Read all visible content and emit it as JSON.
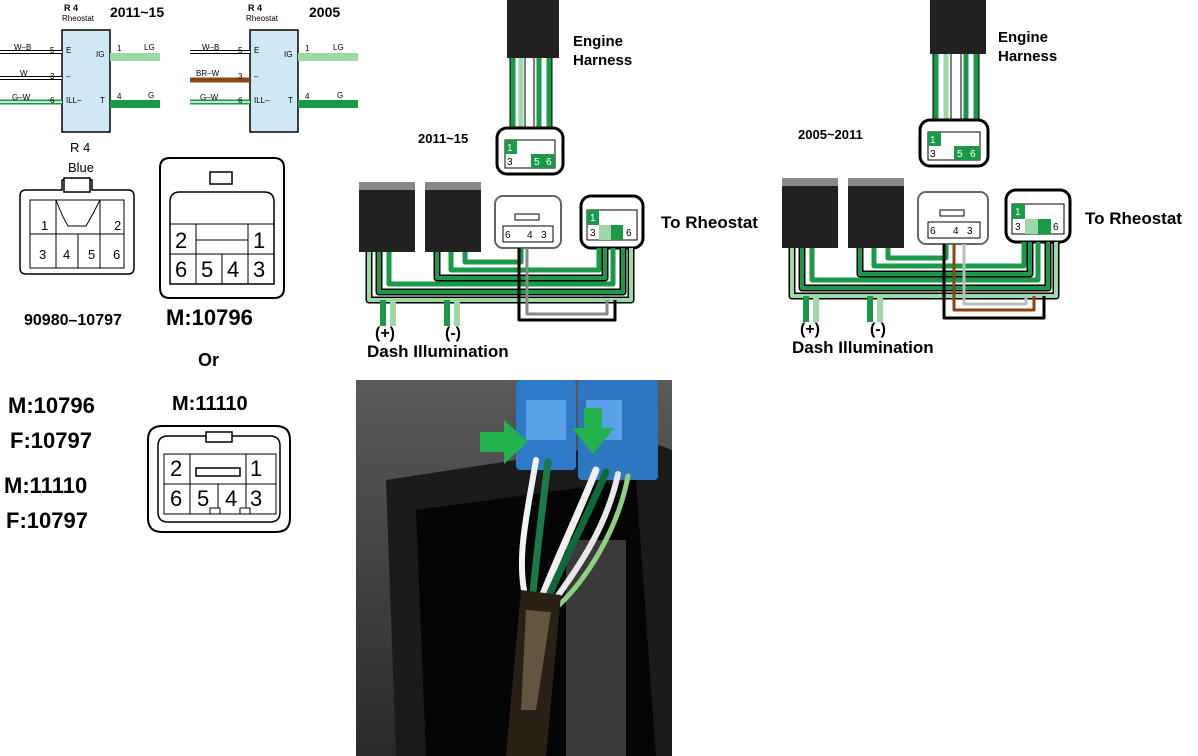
{
  "top_left_schematics": [
    {
      "id": "r4_2011",
      "component": "R 4",
      "subtitle": "Rheostat",
      "year": "2011~15",
      "left_pins": [
        {
          "wire": "W–B",
          "pin": "5",
          "terminal": "E",
          "color": "#000000"
        },
        {
          "wire": "W",
          "pin": "3",
          "terminal": "–",
          "color": "#ffffff"
        },
        {
          "wire": "G–W",
          "pin": "6",
          "terminal": "ILL–",
          "color": "#1a9a48"
        }
      ],
      "right_pins": [
        {
          "wire": "LG",
          "pin": "1",
          "terminal": "IG",
          "color": "#9ed8a8"
        },
        {
          "wire": "G",
          "pin": "4",
          "terminal": "T",
          "color": "#1a9a48"
        }
      ]
    },
    {
      "id": "r4_2005",
      "component": "R 4",
      "subtitle": "Rheostat",
      "year": "2005",
      "left_pins": [
        {
          "wire": "W–B",
          "pin": "5",
          "terminal": "E",
          "color": "#000000"
        },
        {
          "wire": "BR–W",
          "pin": "3",
          "terminal": "–",
          "color": "#8b4513"
        },
        {
          "wire": "G–W",
          "pin": "6",
          "terminal": "ILL–",
          "color": "#1a9a48"
        }
      ],
      "right_pins": [
        {
          "wire": "LG",
          "pin": "1",
          "terminal": "IG",
          "color": "#9ed8a8"
        },
        {
          "wire": "G",
          "pin": "4",
          "terminal": "T",
          "color": "#1a9a48"
        }
      ]
    }
  ],
  "r4_label": "R 4",
  "r4_color": "Blue",
  "connector_female": {
    "top_pins": [
      "1",
      "2"
    ],
    "bottom_pins": [
      "3",
      "4",
      "5",
      "6"
    ],
    "part": "90980–10797"
  },
  "connector_m10796": {
    "top_pins": [
      "2",
      "1"
    ],
    "bottom_pins": [
      "6",
      "5",
      "4",
      "3"
    ],
    "label": "M:10796"
  },
  "or_text": "Or",
  "connector_m11110": {
    "top_pins": [
      "2",
      "1"
    ],
    "bottom_pins": [
      "6",
      "5",
      "4",
      "3"
    ],
    "label": "M:11110"
  },
  "pairings": [
    {
      "male": "M:10796",
      "female": "F:10797"
    },
    {
      "male": "M:11110",
      "female": "F:10797"
    }
  ],
  "harness_diagrams": [
    {
      "id": "h2011",
      "year": "2011~15",
      "engine_label": [
        "Engine",
        "Harness"
      ],
      "rheostat_label": "To Rheostat",
      "dash_label": "Dash Illumination",
      "plus": "(+)",
      "minus": "(-)"
    },
    {
      "id": "h2005",
      "year": "2005~2011",
      "engine_label": [
        "Engine",
        "Harness"
      ],
      "rheostat_label": "To Rheostat",
      "dash_label": "Dash Illumination",
      "plus": "(+)",
      "minus": "(-)"
    }
  ],
  "colors": {
    "green": "#1a9a48",
    "light_green": "#9ed8a8",
    "blue_box": "#cfe8f6",
    "brown": "#8b4513",
    "arrow_green": "#22b14c"
  }
}
